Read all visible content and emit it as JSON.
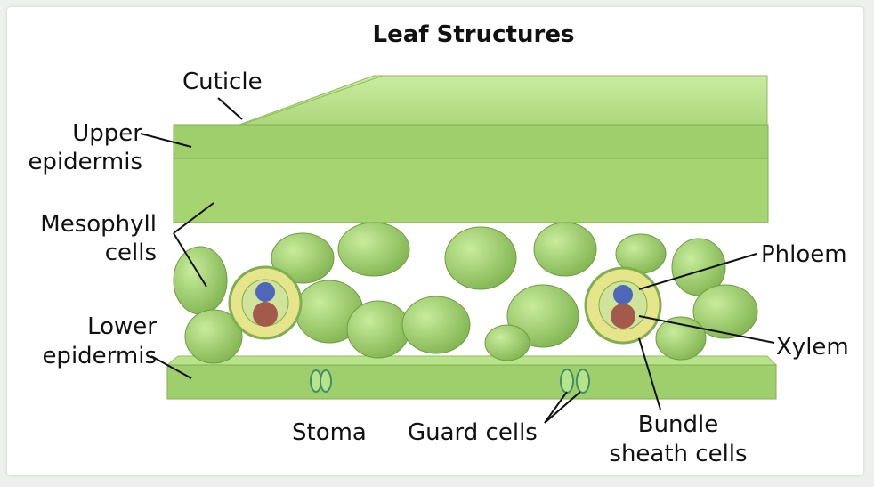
{
  "title": "Leaf Structures",
  "labels": {
    "cuticle": "Cuticle",
    "upper_epidermis_1": "Upper",
    "upper_epidermis_2": "epidermis",
    "mesophyll_1": "Mesophyll",
    "mesophyll_2": "cells",
    "lower_epidermis_1": "Lower",
    "lower_epidermis_2": "epidermis",
    "phloem": "Phloem",
    "xylem": "Xylem",
    "stoma": "Stoma",
    "guard_cells": "Guard cells",
    "bundle_sheath_1": "Bundle",
    "bundle_sheath_2": "sheath cells"
  },
  "colors": {
    "cell_light": "#c4eb97",
    "cell_mid": "#a4d46d",
    "cell_dark": "#7faf4f",
    "xylem": "#a35a4a",
    "phloem": "#4f67b8",
    "bundle_sheath": "#e6e58c"
  }
}
